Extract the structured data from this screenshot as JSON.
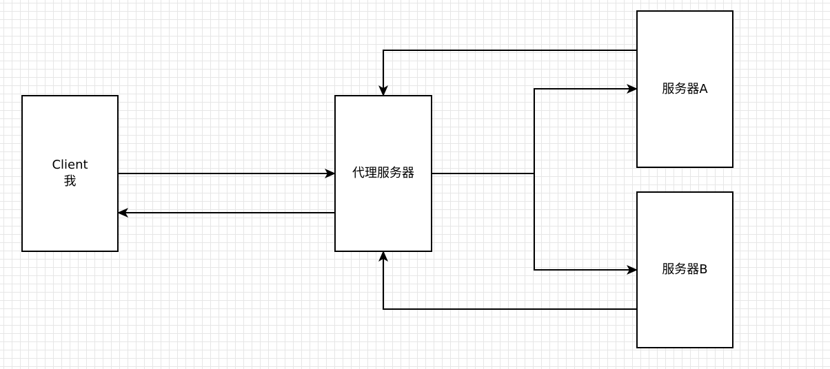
{
  "diagram": {
    "nodes": {
      "client": {
        "label": "Client\n我"
      },
      "proxy": {
        "label": "代理服务器"
      },
      "server_a": {
        "label": "服务器A"
      },
      "server_b": {
        "label": "服务器B"
      }
    },
    "edges": [
      {
        "from": "client",
        "to": "proxy"
      },
      {
        "from": "proxy",
        "to": "client"
      },
      {
        "from": "proxy",
        "to": "server_a"
      },
      {
        "from": "proxy",
        "to": "server_b"
      },
      {
        "from": "server_a",
        "to": "proxy"
      },
      {
        "from": "server_b",
        "to": "proxy"
      }
    ],
    "colors": {
      "stroke": "#000000",
      "grid": "#e6e6e6",
      "background": "#ffffff"
    }
  }
}
